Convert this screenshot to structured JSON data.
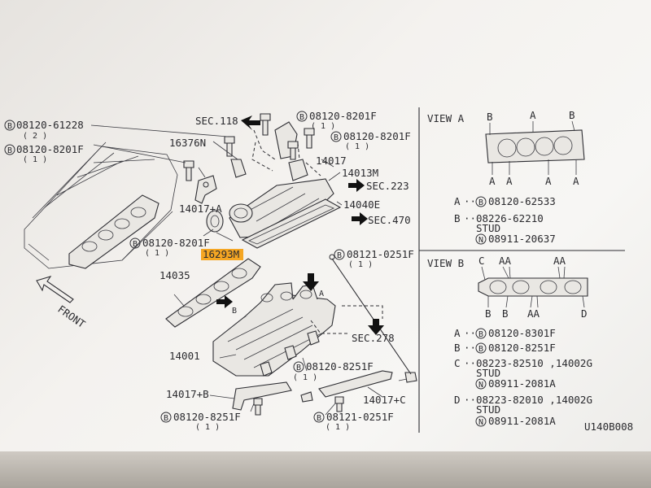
{
  "labels": {
    "bolt_61228": "08120-61228",
    "bolt_61228_qty": "( 2 )",
    "bolt_8201f_left": "08120-8201F",
    "bolt_8201f_left_qty": "( 1 )",
    "sec118": "SEC.118",
    "bolt_8201f_top1": "08120-8201F",
    "bolt_8201f_top1_qty": "( 1 )",
    "bolt_8201f_top2": "08120-8201F",
    "bolt_8201f_top2_qty": "( 1 )",
    "p16376n": "16376N",
    "p14017": "14017",
    "p14013m": "14013M",
    "sec223": "SEC.223",
    "p14017a": "14017+A",
    "p14040e": "14040E",
    "sec470": "SEC.470",
    "bolt_8201f_mid": "08120-8201F",
    "bolt_8201f_mid_qty": "( 1 )",
    "p16293m": "16293M",
    "bolt_0251f_right": "08121-0251F",
    "bolt_0251f_right_qty": "( 1 )",
    "p14035": "14035",
    "front": "FRONT",
    "view_a_marker": "A",
    "view_b_marker": "B",
    "sec278": "SEC.278",
    "p14001": "14001",
    "bolt_8251f_mid": "08120-8251F",
    "bolt_8251f_mid_qty": "( 1 )",
    "p14017b": "14017+B",
    "p14017c": "14017+C",
    "bolt_8251f_bottom": "08120-8251F",
    "bolt_8251f_bottom_qty": "( 1 )",
    "bolt_0251f_bottom": "08121-0251F",
    "bolt_0251f_bottom_qty": "( 1 )",
    "circle_b": "B",
    "circle_n": "N"
  },
  "view_a": {
    "title": "VIEW A",
    "top_marks": [
      "B",
      "A",
      "B"
    ],
    "bottom_marks": [
      "A",
      "A",
      "A",
      "A"
    ],
    "legend": [
      {
        "key": "A",
        "sep": "··",
        "badge": "B",
        "value": "08120-62533"
      },
      {
        "key": "B",
        "sep": "··",
        "badge": "",
        "value": "08226-62210",
        "line2": "STUD",
        "badge3": "N",
        "line3": "08911-20637"
      }
    ]
  },
  "view_b": {
    "title": "VIEW B",
    "top_marks": [
      "C",
      "AA",
      "AA"
    ],
    "bottom_marks": [
      "B",
      "B",
      "AA",
      "D"
    ],
    "legend": [
      {
        "key": "A",
        "sep": "··",
        "badge": "B",
        "value": "08120-8301F"
      },
      {
        "key": "B",
        "sep": "··",
        "badge": "B",
        "value": "08120-8251F"
      },
      {
        "key": "C",
        "sep": "··",
        "badge": "",
        "value": "08223-82510 ,14002G",
        "line2": "STUD",
        "badge3": "N",
        "line3": "08911-2081A"
      },
      {
        "key": "D",
        "sep": "··",
        "badge": "",
        "value": "08223-82010 ,14002G",
        "line2": "STUD",
        "badge3": "N",
        "line3": "08911-2081A"
      }
    ]
  },
  "diagram_code": "U140B008",
  "colors": {
    "highlight": "#f5a623",
    "ink": "#2a2a2e",
    "paper": "#f4f2ef"
  }
}
